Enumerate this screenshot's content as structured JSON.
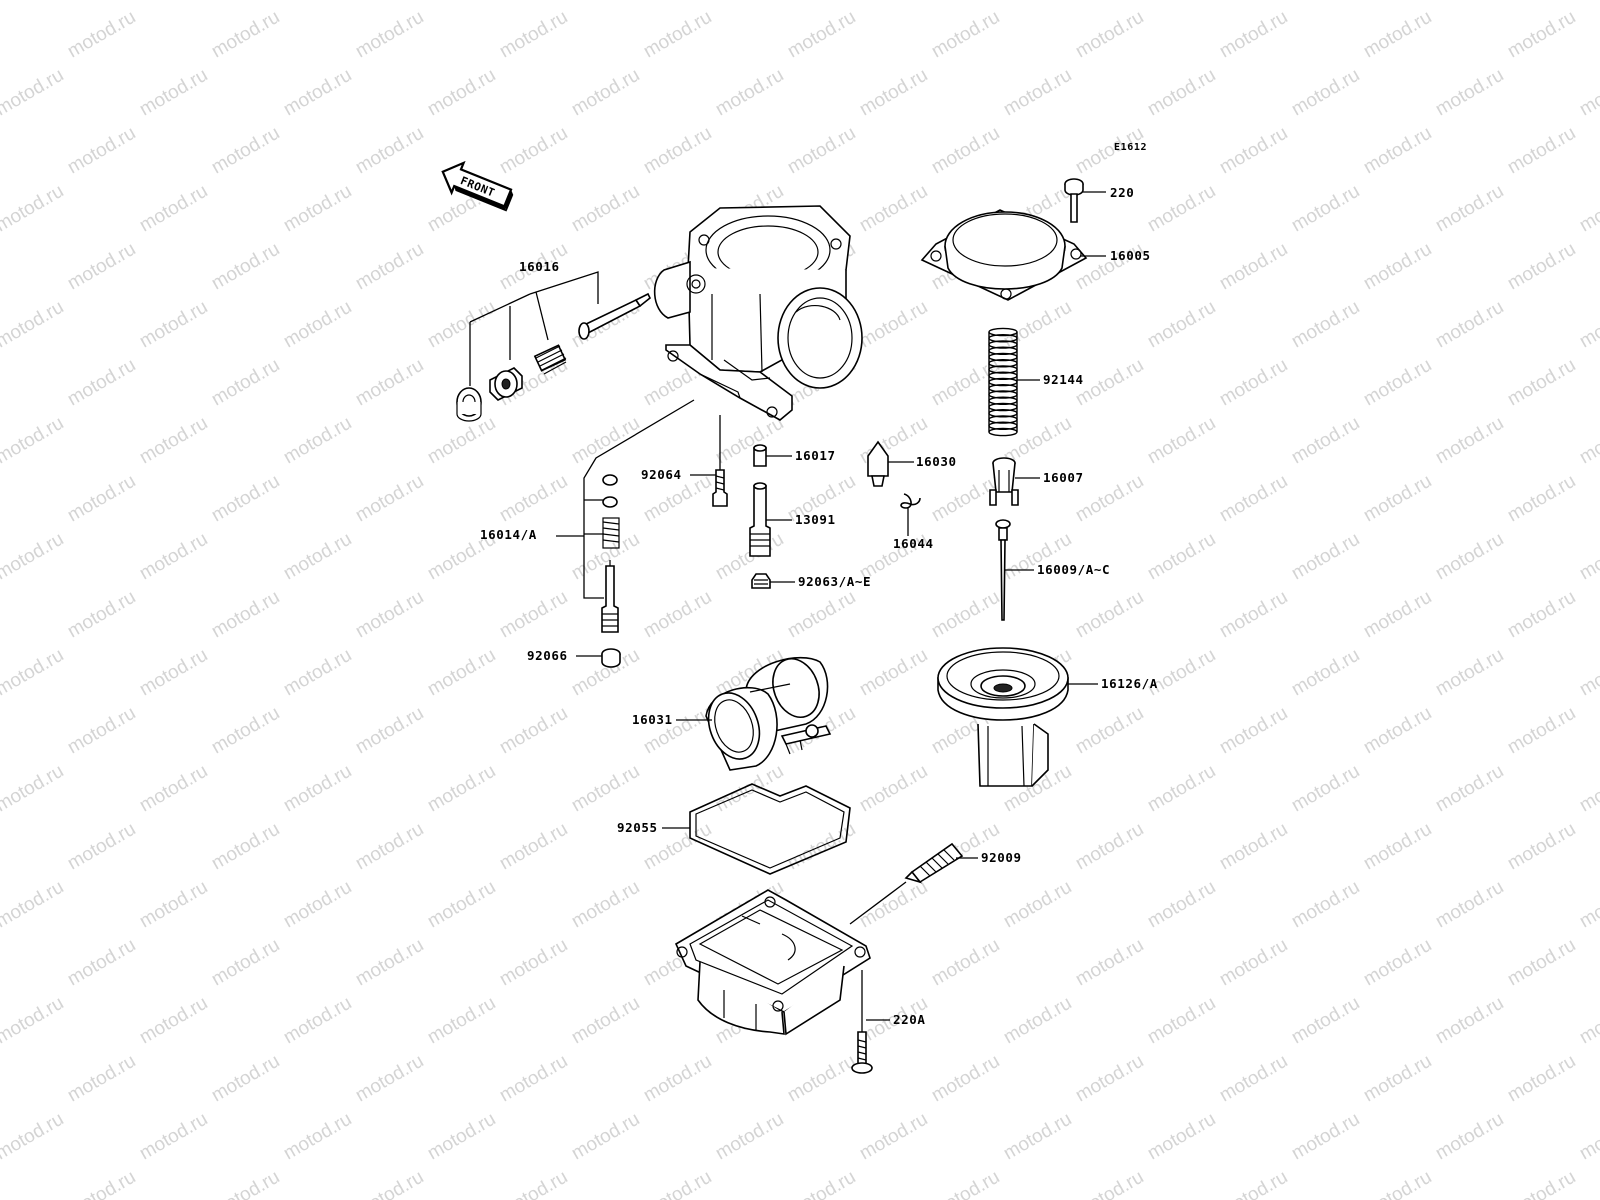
{
  "diagram": {
    "code": "E1612",
    "front_arrow": "FRONT",
    "watermark": "motod.ru",
    "labels": {
      "p220": "220",
      "p16005": "16005",
      "p16016": "16016",
      "p92144": "92144",
      "p16017": "16017",
      "p16030": "16030",
      "p16007": "16007",
      "p92064": "92064",
      "p13091": "13091",
      "p16014": "16014/A",
      "p16044": "16044",
      "p16009": "16009/A~C",
      "p92063": "92063/A~E",
      "p92066": "92066",
      "p16126": "16126/A",
      "p16031": "16031",
      "p92055": "92055",
      "p92009": "92009",
      "p220a": "220A"
    }
  }
}
